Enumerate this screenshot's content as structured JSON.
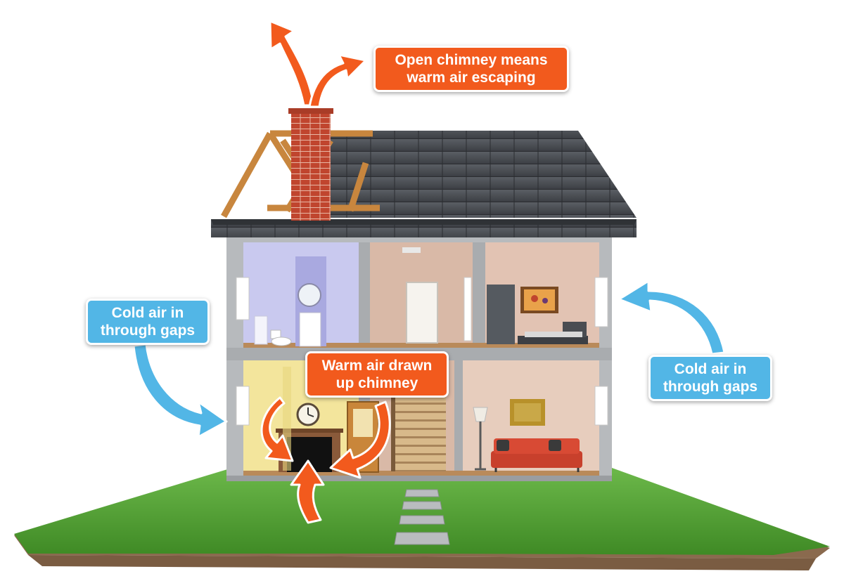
{
  "labels": {
    "chimney_escape": {
      "line1": "Open chimney means",
      "line2": "warm air escaping"
    },
    "cold_left": {
      "line1": "Cold air in",
      "line2": "through gaps"
    },
    "cold_right": {
      "line1": "Cold air in",
      "line2": "through gaps"
    },
    "warm_drawn": {
      "line1": "Warm air drawn",
      "line2": "up chimney"
    }
  },
  "colors": {
    "warm_arrow": "#f25a1d",
    "cold_arrow": "#52b6e6",
    "roof": "#4a4d52",
    "brick": "#c0452e",
    "grass": "#5aa83a"
  },
  "icons": [
    "house-illustration",
    "chimney-icon",
    "clock-icon",
    "fireplace-icon",
    "bed-icon",
    "sofa-icon",
    "lamp-icon",
    "toilet-icon",
    "painting-icon"
  ]
}
